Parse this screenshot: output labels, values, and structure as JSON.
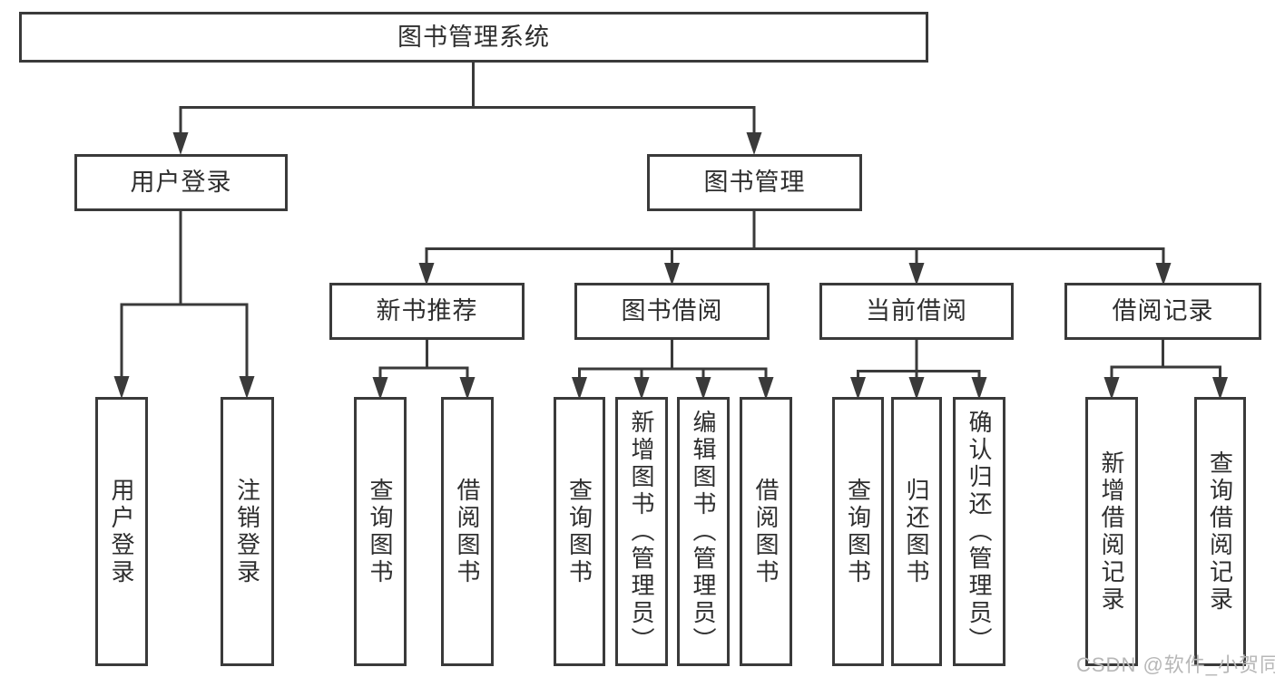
{
  "diagram": {
    "root": {
      "label": "图书管理系统"
    },
    "branches": [
      {
        "label": "用户登录",
        "children": [
          {
            "label": "用户登录"
          },
          {
            "label": "注销登录"
          }
        ]
      },
      {
        "label": "图书管理",
        "children": [
          {
            "label": "新书推荐",
            "children": [
              {
                "label": "查询图书"
              },
              {
                "label": "借阅图书"
              }
            ]
          },
          {
            "label": "图书借阅",
            "children": [
              {
                "label": "查询图书"
              },
              {
                "label": "新增图书（管理员）"
              },
              {
                "label": "编辑图书（管理员）"
              },
              {
                "label": "借阅图书"
              }
            ]
          },
          {
            "label": "当前借阅",
            "children": [
              {
                "label": "查询图书"
              },
              {
                "label": "归还图书"
              },
              {
                "label": "确认归还（管理员）"
              }
            ]
          },
          {
            "label": "借阅记录",
            "children": [
              {
                "label": "新增借阅记录"
              },
              {
                "label": "查询借阅记录"
              }
            ]
          }
        ]
      }
    ],
    "watermark": "CSDN @软件_小贺同学",
    "colors": {
      "line": "#3a3a3a",
      "text": "#2e2e2e",
      "background": "#ffffff",
      "watermark": "#b7b7b7"
    }
  }
}
